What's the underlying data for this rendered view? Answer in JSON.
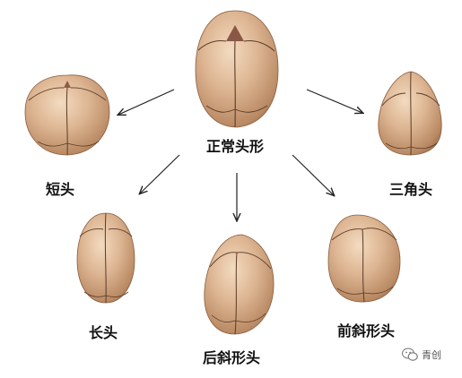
{
  "labels": {
    "center": "正常头形",
    "short": "短头",
    "triangle": "三角头",
    "long": "长头",
    "posterior": "后斜形头",
    "anterior": "前斜形头"
  },
  "watermark": {
    "text": "青创",
    "icon": "wechat-logo-icon"
  },
  "colors": {
    "skull_fill": "#D8B08C",
    "skull_shadow": "#9C6F4B",
    "skull_highlight": "#F2D9BE",
    "suture": "#5A3C28",
    "fontanelle": "#7E4A3A",
    "arrow": "#222222",
    "text": "#111111"
  }
}
